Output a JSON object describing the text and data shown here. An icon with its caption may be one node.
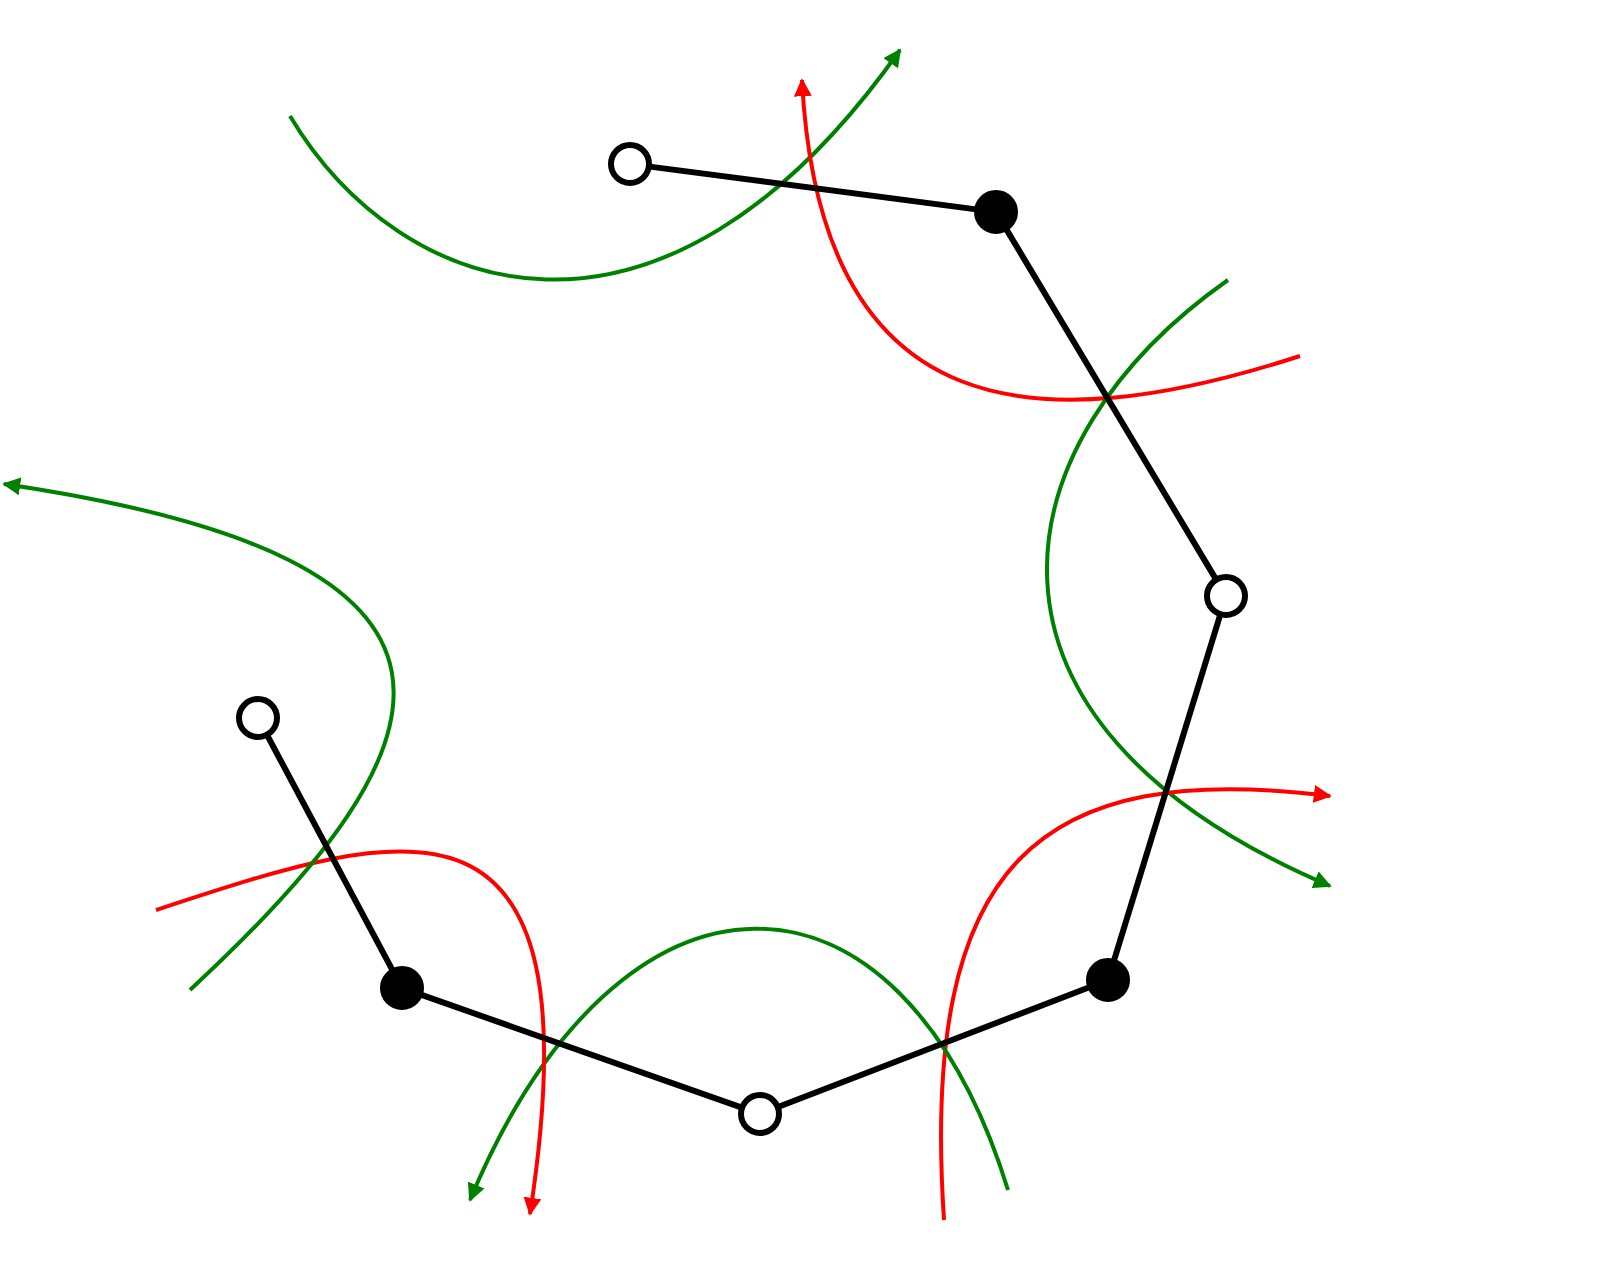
{
  "diagram": {
    "nodes": [
      {
        "text": [],
        "shape": "circle"
      },
      {
        "text": [],
        "shape": "dot"
      },
      {
        "text": [],
        "shape": "circle"
      },
      {
        "text": [],
        "shape": "dot"
      },
      {
        "text": [],
        "shape": "circle"
      },
      {
        "text": [],
        "shape": "dot"
      },
      {
        "text": [],
        "shape": "circle"
      }
    ],
    "edges": [
      {
        "from": 0,
        "to": 1,
        "arrow": "none"
      },
      {
        "from": 1,
        "to": 2,
        "arrow": "none"
      },
      {
        "from": 2,
        "to": 3,
        "arrow": "none"
      },
      {
        "from": 3,
        "to": 4,
        "arrow": "none"
      },
      {
        "from": 4,
        "to": 5,
        "arrow": "none"
      },
      {
        "from": 5,
        "to": 6,
        "arrow": "none"
      }
    ]
  }
}
